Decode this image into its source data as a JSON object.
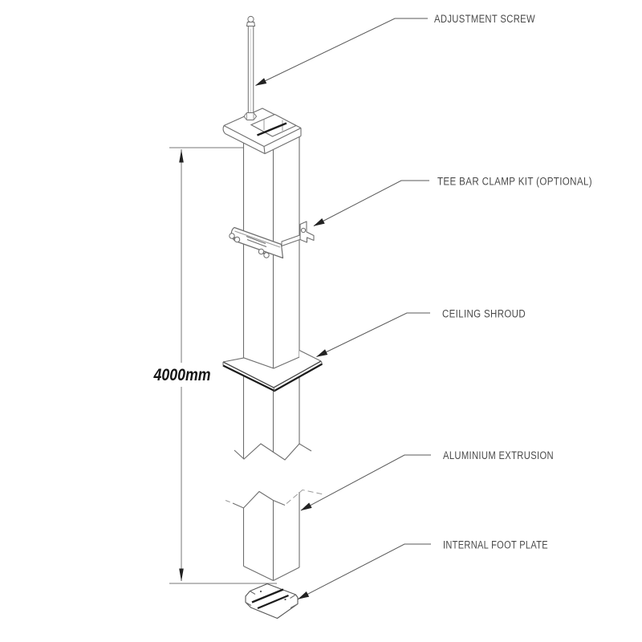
{
  "diagram": {
    "type": "isometric-technical-drawing",
    "subject": "floor-to-ceiling pole assembly exploded view",
    "dimension": {
      "label": "4000mm"
    },
    "labels": [
      {
        "id": "adjustment-screw",
        "text": "ADJUSTMENT SCREW"
      },
      {
        "id": "tee-bar-clamp-kit",
        "text": "TEE BAR CLAMP KIT (OPTIONAL)"
      },
      {
        "id": "ceiling-shroud",
        "text": "CEILING SHROUD"
      },
      {
        "id": "aluminium-extrusion",
        "text": "ALUMINIUM EXTRUSION"
      },
      {
        "id": "internal-foot-plate",
        "text": "INTERNAL FOOT PLATE"
      }
    ],
    "colors": {
      "background": "#ffffff",
      "line": "#6e6e6e",
      "bold_edge": "#1c1c1c",
      "label_text": "#4a4a4a",
      "leader_line": "#5a5a5a",
      "arrowhead": "#222222"
    }
  }
}
